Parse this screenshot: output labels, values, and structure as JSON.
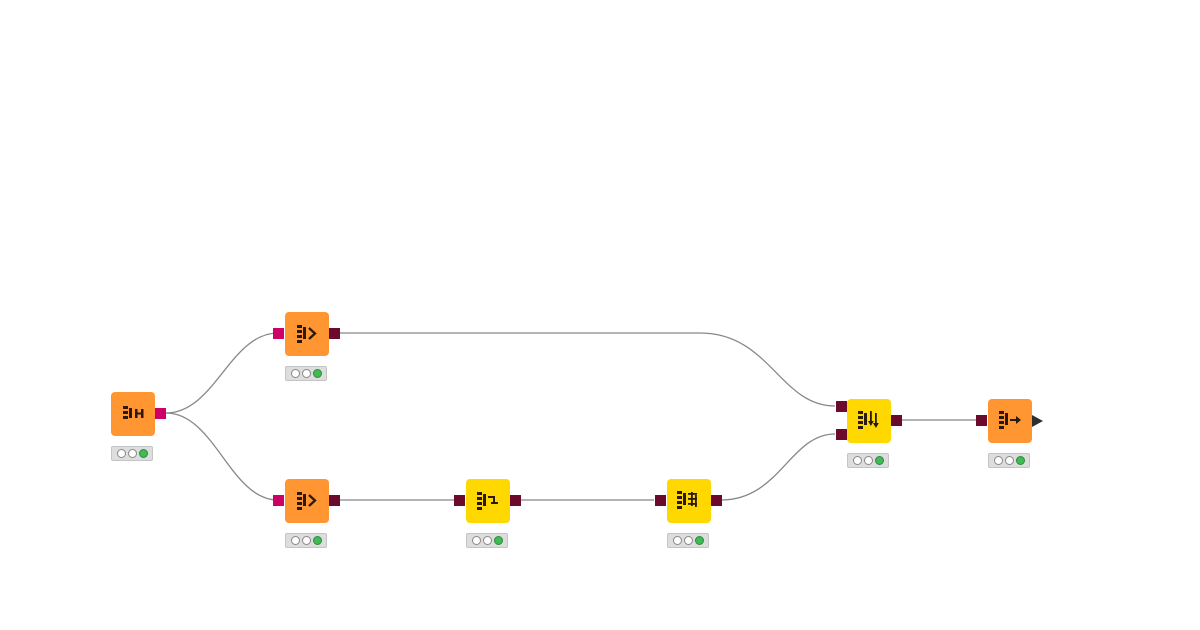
{
  "workflow": {
    "colors": {
      "orange_node": "#ff9632",
      "yellow_node": "#ffd800",
      "database_port": "#cc0066",
      "data_port": "#6b0a2c",
      "connection": "#888888",
      "status_green": "#3fbb55"
    },
    "nodes": [
      {
        "id": "source",
        "color": "orange",
        "icon": "database-source-icon",
        "status": [
          "off",
          "off",
          "green"
        ]
      },
      {
        "id": "filter-top",
        "color": "orange",
        "icon": "database-filter-icon",
        "status": [
          "off",
          "off",
          "green"
        ]
      },
      {
        "id": "filter-bottom",
        "color": "orange",
        "icon": "database-filter-icon",
        "status": [
          "off",
          "off",
          "green"
        ]
      },
      {
        "id": "transform-1",
        "color": "yellow",
        "icon": "column-split-icon",
        "status": [
          "off",
          "off",
          "green"
        ]
      },
      {
        "id": "transform-2",
        "color": "yellow",
        "icon": "column-manipulation-icon",
        "status": [
          "off",
          "off",
          "green"
        ]
      },
      {
        "id": "joiner",
        "color": "yellow",
        "icon": "joiner-icon",
        "status": [
          "off",
          "off",
          "green"
        ]
      },
      {
        "id": "output",
        "color": "orange",
        "icon": "output-icon",
        "status": [
          "off",
          "off",
          "green"
        ]
      }
    ],
    "connections": [
      {
        "from": "source",
        "to": "filter-top"
      },
      {
        "from": "source",
        "to": "filter-bottom"
      },
      {
        "from": "filter-top",
        "to": "joiner"
      },
      {
        "from": "filter-bottom",
        "to": "transform-1"
      },
      {
        "from": "transform-1",
        "to": "transform-2"
      },
      {
        "from": "transform-2",
        "to": "joiner"
      },
      {
        "from": "joiner",
        "to": "output"
      }
    ]
  }
}
